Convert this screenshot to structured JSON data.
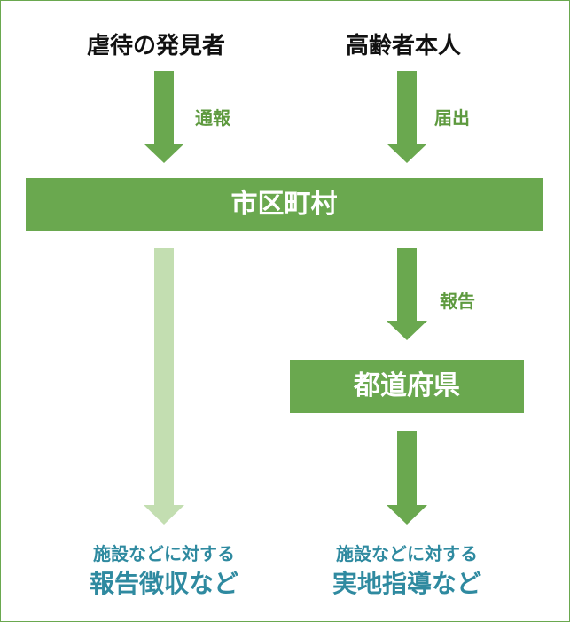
{
  "sources": {
    "discoverer": "虐待の発見者",
    "elderly_person": "高齢者本人"
  },
  "edges": {
    "report_to_municipality": "通報",
    "notification": "届出",
    "report_to_prefecture": "報告"
  },
  "nodes": {
    "municipality": "市区町村",
    "prefecture": "都道府県"
  },
  "outcomes": {
    "municipality_action": {
      "line1": "施設などに対する",
      "line2": "報告徴収など"
    },
    "prefecture_action": {
      "line1": "施設などに対する",
      "line2": "実地指導など"
    }
  },
  "colors": {
    "primary_green": "#6aa84f",
    "light_green": "#c3deb1",
    "outcome_teal": "#2f8aa0"
  }
}
